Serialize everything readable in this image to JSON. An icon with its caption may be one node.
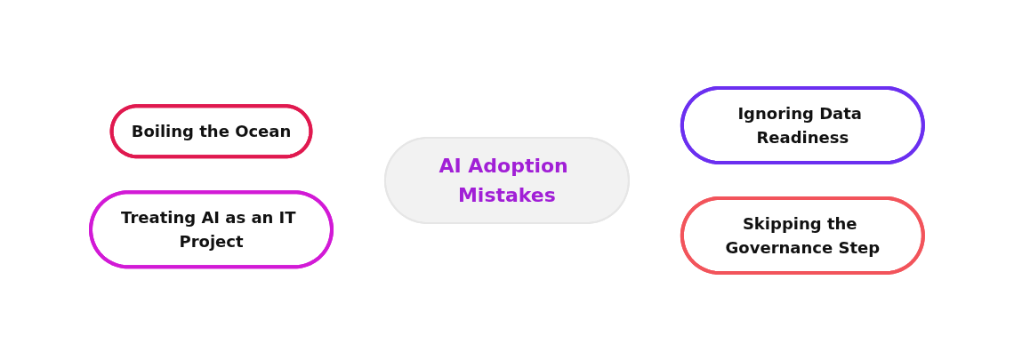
{
  "diagram": {
    "nodes": [
      {
        "text": [
          "Boiling the Ocean"
        ]
      },
      {
        "text": [
          "Ignoring Data Readiness"
        ]
      },
      {
        "text": [
          "AI Adoption Mistakes"
        ]
      },
      {
        "text": [
          "Treating AI as an IT Project"
        ]
      },
      {
        "text": [
          "Skipping the Governance Step"
        ]
      }
    ]
  }
}
